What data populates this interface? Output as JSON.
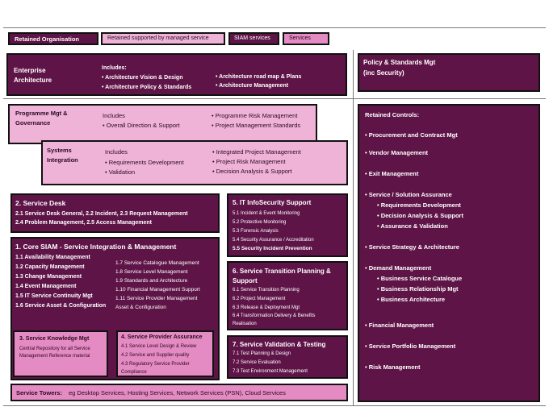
{
  "legend": {
    "retained": "Retained Organisation",
    "retained_managed": "Retained supported by managed service",
    "siam": "SIAM services",
    "services": "Services"
  },
  "enterprise": {
    "title_1": "Enterprise",
    "title_2": "Architecture",
    "includes": "Includes:",
    "items": [
      "• Architecture Vision & Design",
      "• Architecture Policy & Standards",
      "• Architecture road map & Plans",
      "• Architecture Management"
    ]
  },
  "policy": {
    "line_1": "Policy & Standards Mgt",
    "line_2": "(inc Security)"
  },
  "programme": {
    "title_1": "Programme Mgt &",
    "title_2": "Governance",
    "includes": "Includes",
    "items": [
      "• Overall Direction & Support",
      "• Programme Risk Management",
      "• Project Management Standards"
    ]
  },
  "systems": {
    "title_1": "Systems",
    "title_2": "Integration",
    "includes": "Includes",
    "items": [
      "• Requirements Development",
      "• Validation",
      "• Integrated Project Management",
      "• Project Risk Management",
      "• Decision Analysis & Support"
    ]
  },
  "retained_controls": {
    "title": "Retained Controls:",
    "items": [
      "• Procurement and Contract Mgt",
      "• Vendor Management",
      "• Exit Management",
      "• Service / Solution Assurance",
      "• Requirements Development",
      "• Decision Analysis & Support",
      "• Assurance & Validation",
      "• Service Strategy & Architecture",
      "• Demand Management",
      "• Business Service Catalogue",
      "• Business Relationship Mgt",
      "• Business Architecture",
      "• Financial Management",
      "• Service Portfolio Management",
      "• Risk Management"
    ]
  },
  "service_desk": {
    "title": "2. Service Desk",
    "line_1": "2.1 Service Desk General, 2.2 Incident, 2.3 Request Management",
    "line_2": "2.4 Problem Management, 2.5 Access Management"
  },
  "core_siam": {
    "title": "1. Core SIAM - Service Integration & Management",
    "left": [
      "1.1 Availability Management",
      "1.2 Capacity Management",
      "1.3 Change Management",
      "1.4 Event Management",
      "1.5 IT Service Continuity Mgt",
      "1.6 Service Asset & Configuration"
    ],
    "right": [
      "1.7 Service Catalogue Management",
      "1.8 Service Level Management",
      "1.9 Standards and Architecture",
      "1.10 Financial Management Support",
      "1.11 Service Provider Management",
      "Asset & Configuration"
    ]
  },
  "knowledge": {
    "title": "3. Service Knowledge Mgt",
    "line_1": "Central Repository for all Service",
    "line_2": "Management Reference material"
  },
  "provider": {
    "title": "4. Service Provider Assurance",
    "items": [
      "4.1 Service Level Design & Review",
      "4.2 Service and Supplier quality",
      "4.3 Regulatory Service Provider",
      "Compliance"
    ]
  },
  "infosec": {
    "title": "5. IT InfoSecurity Support",
    "items": [
      "5.1 Incident & Event Monitoring",
      "5.2 Protective Monitoring",
      "5.3 Forensic Analysis",
      "5.4 Security Assurance / Accreditation",
      "5.5 Security Incident Prevention"
    ]
  },
  "transition": {
    "title_1": "6. Service Transition Planning &",
    "title_2": "Support",
    "items": [
      "6.1 Service Transition Planning",
      "6.2 Project Management",
      "6.3 Release & Deployment Mgt",
      "6.4 Transformation Delivery & Benefits",
      "Realisation"
    ]
  },
  "validation": {
    "title": "7. Service Validation & Testing",
    "items": [
      "7.1 Test Planning & Design",
      "7.2 Service Evaluation",
      "7.3 Test Environment Management"
    ]
  },
  "towers": {
    "label": "Service Towers:",
    "text": "eg Desktop Services, Hosting Services, Network Services (PSN), Cloud Services"
  },
  "colors": {
    "retained": "#5e1447",
    "retained_managed": "#f0b3d8",
    "services": "#e58bc3"
  }
}
